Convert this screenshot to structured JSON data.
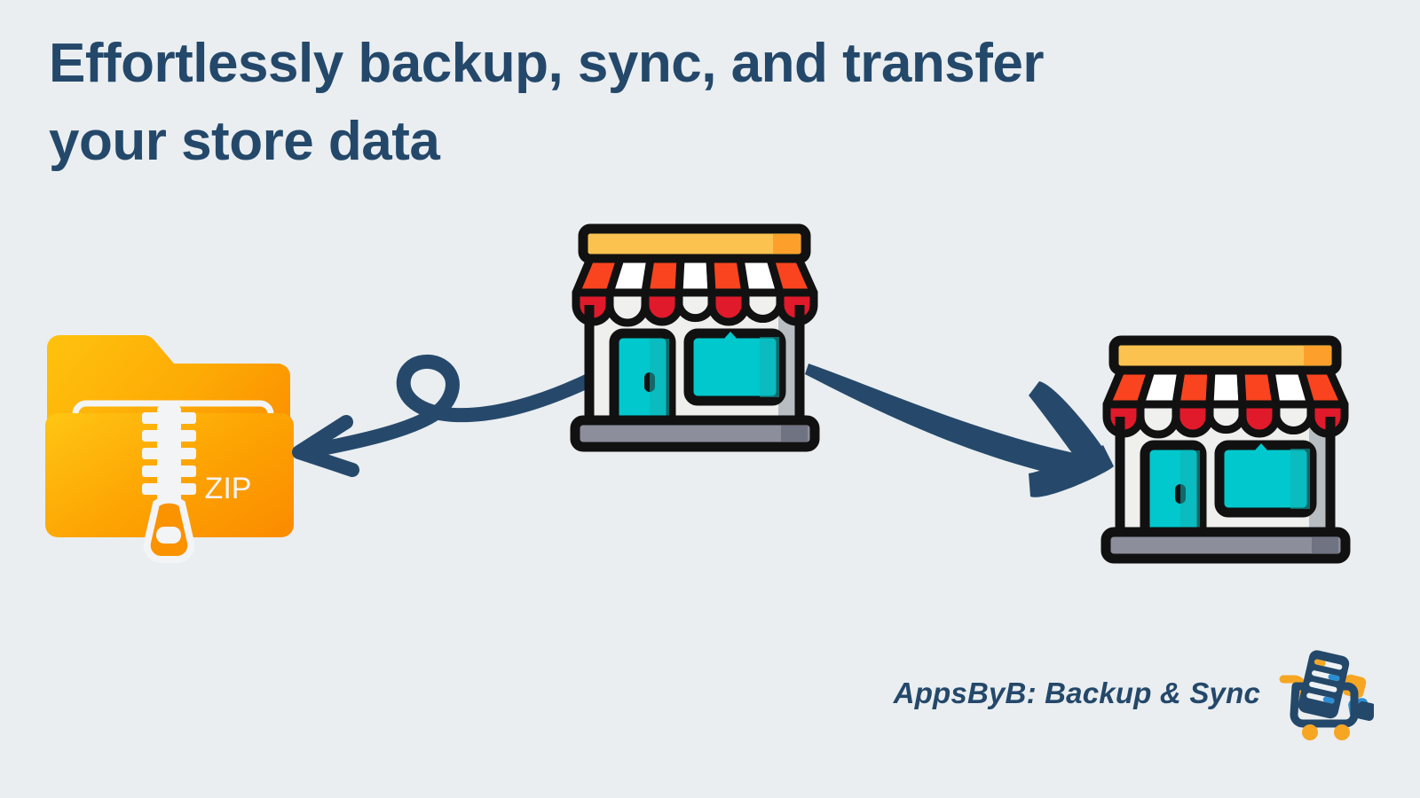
{
  "page": {
    "background_color": "#eaeef0",
    "accent_navy": "#24486a",
    "accent_orange": "#fb9200",
    "accent_yellow": "#fcc24f",
    "accent_teal": "#00c8cd",
    "accent_red": "#e01a2b",
    "accent_orange_red": "#f9441f"
  },
  "headline": {
    "text": "Effortlessly backup, sync, and transfer\nyour store data",
    "color": "#24486a"
  },
  "diagram": {
    "zip_folder": {
      "icon": "zip-folder-icon",
      "label": "ZIP",
      "label_color": "#f4f4f4",
      "fill_start": "#ffc312",
      "fill_end": "#fb8f00"
    },
    "arrow_backup": {
      "icon": "curved-loop-arrow-left-icon",
      "direction": "left",
      "color": "#26496b"
    },
    "store_source": {
      "icon": "storefront-icon",
      "sign_color": "#fcc24f",
      "sign_shadow_color": "#fca02b",
      "awning_top_color": "#f9441f",
      "awning_scallop_color": "#e01a2b",
      "awning_white_color": "#ffffff",
      "wall_color": "#efefee",
      "wall_shadow_color": "#b8bdc2",
      "glass_color": "#00c8cd",
      "glass_shadow_color": "#13b0b5",
      "base_color": "#8c8e9c",
      "base_shadow_color": "#6f7382"
    },
    "arrow_transfer": {
      "icon": "curved-arrow-right-icon",
      "direction": "right",
      "color": "#26496b"
    },
    "store_target": {
      "icon": "storefront-icon",
      "sign_color": "#fcc24f",
      "sign_shadow_color": "#fca02b",
      "awning_top_color": "#f9441f",
      "awning_scallop_color": "#e01a2b",
      "awning_white_color": "#ffffff",
      "wall_color": "#efefee",
      "wall_shadow_color": "#b8bdc2",
      "glass_color": "#00c8cd",
      "glass_shadow_color": "#13b0b5",
      "base_color": "#8c8e9c",
      "base_shadow_color": "#6f7382"
    }
  },
  "brand": {
    "name": "AppsByB: Backup & Sync",
    "name_color": "#24486a",
    "logo": {
      "icon": "shopping-cart-checklist-logo",
      "cart_color": "#24486a",
      "wheel_color": "#f6a623",
      "handle_color": "#f6a623",
      "accent_blue": "#2a8fd4",
      "accent_orange": "#f6a623",
      "paper_color": "#eef2f5"
    }
  }
}
